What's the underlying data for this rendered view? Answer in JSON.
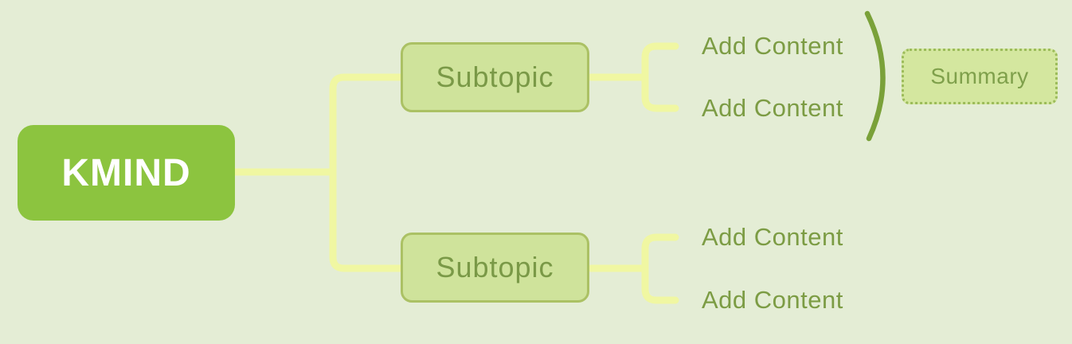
{
  "root": {
    "label": "KMIND"
  },
  "subtopics": [
    {
      "label": "Subtopic"
    },
    {
      "label": "Subtopic"
    }
  ],
  "leaves": [
    {
      "label": "Add Content"
    },
    {
      "label": "Add Content"
    },
    {
      "label": "Add Content"
    },
    {
      "label": "Add Content"
    }
  ],
  "summary": {
    "label": "Summary"
  },
  "colors": {
    "background": "#E4EDD5",
    "root_fill": "#8CC43F",
    "root_text": "#FFFFFF",
    "subtopic_fill": "#CFE39B",
    "subtopic_border": "#ABC164",
    "subtopic_text": "#7A9947",
    "leaf_text": "#7C9C44",
    "connector": "#F0F7A2",
    "summary_fill": "#D4E79F",
    "summary_border": "#9CBC5A",
    "summary_text": "#7FA04B",
    "summary_arc": "#7AA139"
  }
}
